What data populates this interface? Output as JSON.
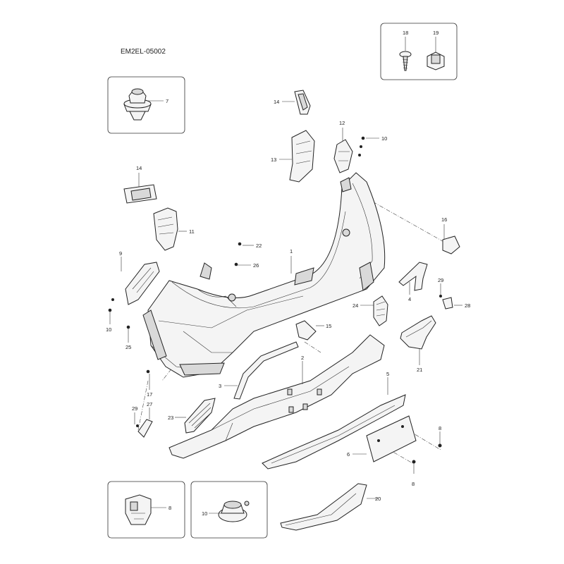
{
  "diagram_code": "EM2EL-05002",
  "labels": {
    "p1": "1",
    "p2": "2",
    "p3": "3",
    "p4": "4",
    "p5": "5",
    "p6": "6",
    "p7": "7",
    "p8a": "8",
    "p8b": "8",
    "p8c": "8",
    "p9": "9",
    "p10a": "10",
    "p10b": "10",
    "p10c": "10",
    "p11": "11",
    "p12": "12",
    "p13": "13",
    "p14a": "14",
    "p14b": "14",
    "p15": "15",
    "p16": "16",
    "p17": "17",
    "p18": "18",
    "p19": "19",
    "p20": "20",
    "p21": "21",
    "p22": "22",
    "p23": "23",
    "p24": "24",
    "p25": "25",
    "p26": "26",
    "p27": "27",
    "p28": "28",
    "p29a": "29",
    "p29b": "29"
  }
}
